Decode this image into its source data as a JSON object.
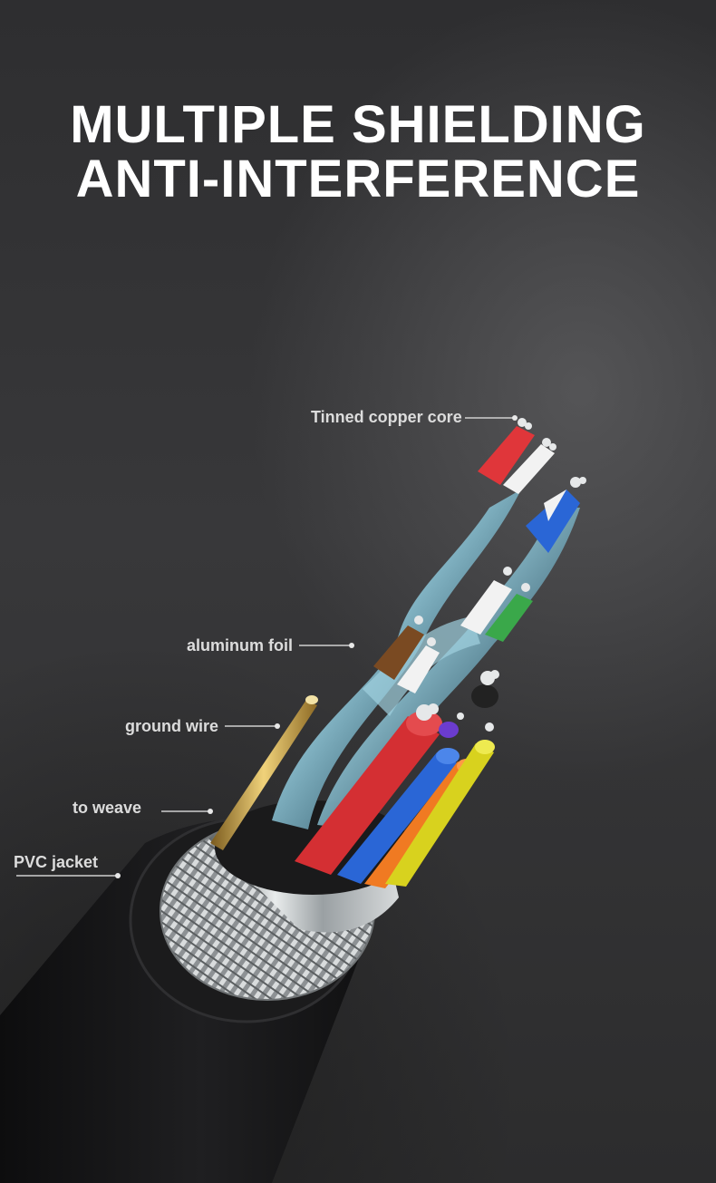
{
  "headline": {
    "line1": "MULTIPLE SHIELDING",
    "line2": "ANTI-INTERFERENCE"
  },
  "labels": {
    "core": "Tinned copper core",
    "foil": "aluminum foil",
    "ground": "ground wire",
    "weave": "to weave",
    "jacket": "PVC jacket"
  },
  "colors": {
    "background": "#2e2e30",
    "text": "#ffffff",
    "label": "#dcdcdc",
    "jacket": "#1a1a1a",
    "foil": "#6fa2b3",
    "wire_red": "#e0363a",
    "wire_blue": "#2a66d6",
    "wire_orange": "#f07a22",
    "wire_yellow": "#d8d21e",
    "wire_green": "#3aa84a",
    "wire_brown": "#7a4a22",
    "wire_purple": "#6b3ccf"
  }
}
